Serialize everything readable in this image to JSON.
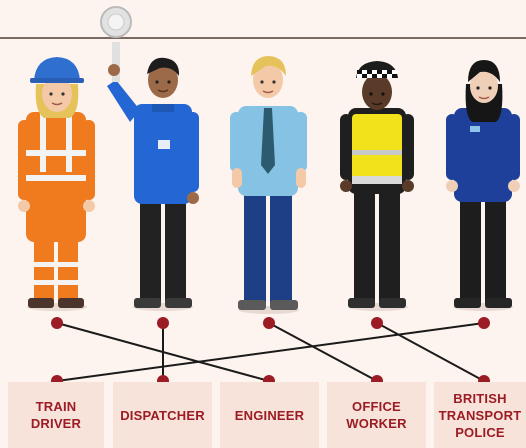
{
  "people": [
    {
      "id": "p1",
      "description": "worker-orange-hivis"
    },
    {
      "id": "p2",
      "description": "worker-blue-signal"
    },
    {
      "id": "p3",
      "description": "worker-shirt-tie"
    },
    {
      "id": "p4",
      "description": "worker-yellow-vest"
    },
    {
      "id": "p5",
      "description": "worker-navy-uniform"
    }
  ],
  "labels": [
    {
      "id": "train-driver",
      "text": "TRAIN\nDRIVER"
    },
    {
      "id": "dispatcher",
      "text": "DISPATCHER"
    },
    {
      "id": "engineer",
      "text": "ENGINEER"
    },
    {
      "id": "office-worker",
      "text": "OFFICE\nWORKER"
    },
    {
      "id": "british-transport-police",
      "text": "BRITISH\nTRANSPORT\nPOLICE"
    }
  ],
  "connections": [
    {
      "from": "p1",
      "to": "engineer"
    },
    {
      "from": "p2",
      "to": "dispatcher"
    },
    {
      "from": "p3",
      "to": "office-worker"
    },
    {
      "from": "p4",
      "to": "british-transport-police"
    },
    {
      "from": "p5",
      "to": "train-driver"
    }
  ],
  "colors": {
    "background": "#fdf3ef",
    "label_bg": "#f8e3da",
    "label_text": "#9b1c24",
    "dot": "#9b1c24",
    "line": "#1a1a1a"
  }
}
